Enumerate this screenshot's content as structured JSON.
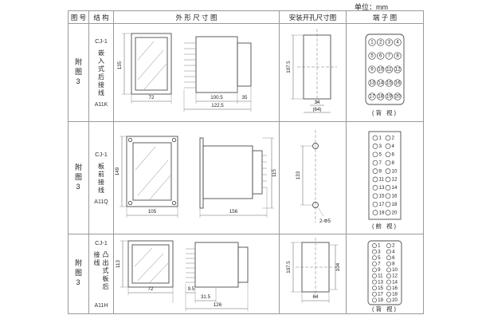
{
  "page": {
    "unit_label": "单位：mm"
  },
  "table": {
    "headers": {
      "fig": "图 号",
      "structure": "结 构",
      "outline": "外 形 尺 寸 图",
      "install": "安装开孔尺寸图",
      "terminal": "端 子 图"
    },
    "rows": [
      {
        "fig_no": "附图3",
        "model": "CJ-1",
        "mount_type": "嵌入式后接线",
        "code": "A11K",
        "outline_dims": {
          "height": "135",
          "width": "72",
          "depth_a": "100.5",
          "flange": "35",
          "depth_total": "122.5"
        },
        "install_dims": {
          "height": "107.5",
          "width_a": "34",
          "width_b": "(64)"
        },
        "terminal": {
          "numbers": [
            1,
            2,
            3,
            4,
            5,
            6,
            7,
            8,
            9,
            10,
            11,
            12,
            13,
            14,
            15,
            16,
            17,
            18,
            19,
            20
          ],
          "cols": 4,
          "view_label": "(背 视)"
        }
      },
      {
        "fig_no": "附图3",
        "model": "CJ-1",
        "mount_type": "板前接线",
        "code": "A11Q",
        "outline_dims": {
          "height": "149",
          "width": "105",
          "depth": "156",
          "side_height": "115"
        },
        "install_dims": {
          "spacing": "133",
          "holes": "2-Φ5"
        },
        "terminal": {
          "numbers": [
            1,
            2,
            3,
            4,
            5,
            6,
            7,
            8,
            9,
            10,
            11,
            12,
            13,
            14,
            15,
            16,
            17,
            18,
            19,
            20
          ],
          "cols": 2,
          "view_label": "(前 视)"
        }
      },
      {
        "fig_no": "附图3",
        "model": "CJ-1",
        "mount_type": "凸出式板后接线",
        "code": "A11H",
        "outline_dims": {
          "height": "113",
          "width": "72",
          "pin": "9.5",
          "offset": "31.5",
          "depth": "126"
        },
        "install_dims": {
          "height": "107.5",
          "height_b": "104",
          "width": "64"
        },
        "terminal": {
          "numbers": [
            1,
            2,
            3,
            4,
            5,
            6,
            7,
            8,
            9,
            10,
            11,
            12,
            13,
            14,
            15,
            16,
            17,
            18,
            19,
            20
          ],
          "cols": 2,
          "view_label": "(背 视)"
        }
      }
    ]
  }
}
